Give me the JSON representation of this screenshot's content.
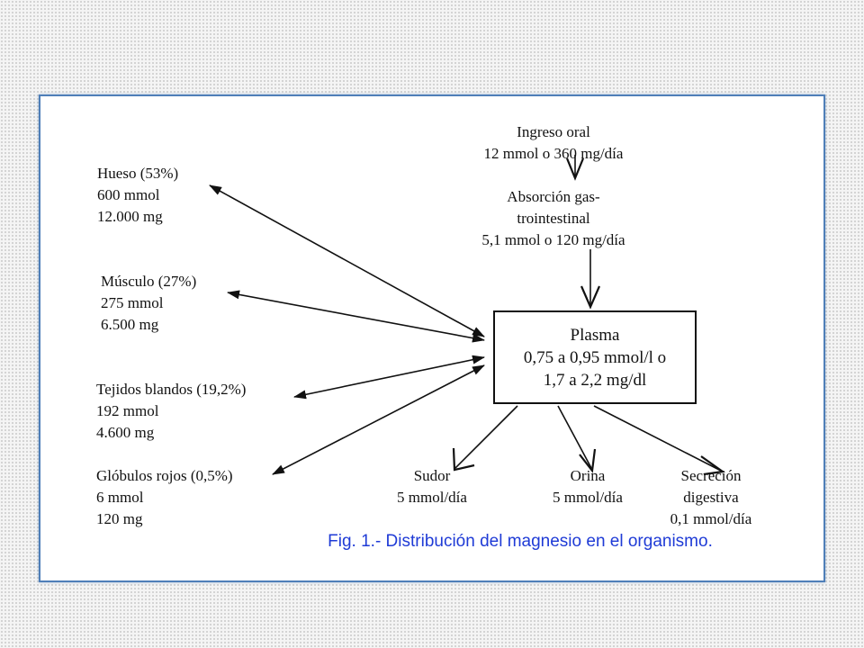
{
  "colors": {
    "frame_border": "#4f7fb8",
    "caption": "#1f3bd6",
    "ink": "#111111"
  },
  "intake": {
    "oral": [
      "Ingreso oral",
      "12 mmol o 360 mg/día"
    ],
    "absorption": [
      "Absorción gas-",
      "trointestinal",
      "5,1 mmol o 120 mg/día"
    ]
  },
  "plasma": [
    "Plasma",
    "0,75 a 0,95 mmol/l o",
    "1,7 a 2,2 mg/dl"
  ],
  "compartments": [
    {
      "id": "hueso",
      "lines": [
        "Hueso (53%)",
        "600 mmol",
        "12.000 mg"
      ]
    },
    {
      "id": "musculo",
      "lines": [
        "Músculo (27%)",
        "275 mmol",
        "6.500 mg"
      ]
    },
    {
      "id": "tejidos",
      "lines": [
        "Tejidos blandos (19,2%)",
        "192 mmol",
        "4.600 mg"
      ]
    },
    {
      "id": "globulos",
      "lines": [
        "Glóbulos rojos (0,5%)",
        "6 mmol",
        "120 mg"
      ]
    }
  ],
  "outputs": [
    {
      "id": "sudor",
      "lines": [
        "Sudor",
        "5 mmol/día"
      ]
    },
    {
      "id": "orina",
      "lines": [
        "Orina",
        "5 mmol/día"
      ]
    },
    {
      "id": "secrecion",
      "lines": [
        "Secreción",
        "digestiva",
        "0,1 mmol/día"
      ]
    }
  ],
  "caption": "Fig. 1.- Distribución del magnesio en el organismo."
}
